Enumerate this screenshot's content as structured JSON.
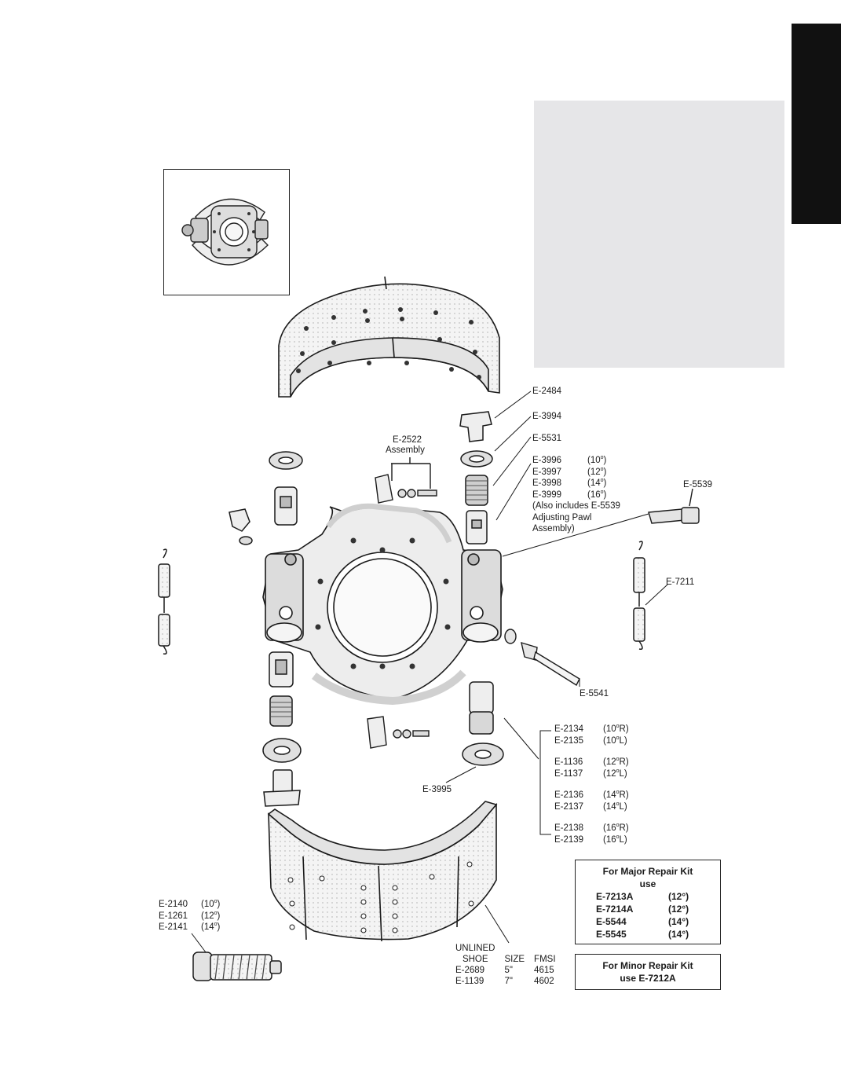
{
  "labels": {
    "e2484": "E-2484",
    "e3994": "E-3994",
    "e5531": "E-5531",
    "e2522": "E-2522",
    "e2522_sub": "Assembly",
    "e5539": "E-5539",
    "e7211": "E-7211",
    "e5541": "E-5541",
    "e3995": "E-3995"
  },
  "adjuster_group": {
    "items": [
      {
        "part": "E-3996",
        "size": "10"
      },
      {
        "part": "E-3997",
        "size": "12"
      },
      {
        "part": "E-3998",
        "size": "14"
      },
      {
        "part": "E-3999",
        "size": "16"
      }
    ],
    "note": "(Also includes E-5539\nAdjusting Pawl\nAssembly)"
  },
  "camshaft_group": {
    "items": [
      {
        "part": "E-2134",
        "size": "10",
        "side": "R"
      },
      {
        "part": "E-2135",
        "size": "10",
        "side": "L"
      },
      {
        "part": "E-1136",
        "size": "12",
        "side": "R"
      },
      {
        "part": "E-1137",
        "size": "12",
        "side": "L"
      },
      {
        "part": "E-2136",
        "size": "14",
        "side": "R"
      },
      {
        "part": "E-2137",
        "size": "14",
        "side": "L"
      },
      {
        "part": "E-2138",
        "size": "16",
        "side": "R"
      },
      {
        "part": "E-2139",
        "size": "16",
        "side": "L"
      }
    ]
  },
  "spring_group": {
    "items": [
      {
        "part": "E-2140",
        "size": "10"
      },
      {
        "part": "E-1261",
        "size": "12"
      },
      {
        "part": "E-2141",
        "size": "14"
      }
    ]
  },
  "major_kit": {
    "title_line1": "For Major Repair Kit",
    "title_line2": "use",
    "rows": [
      {
        "part": "E-7213A",
        "size": "(12°)"
      },
      {
        "part": "E-7214A",
        "size": "(12°)"
      },
      {
        "part": "E-5544",
        "size": "(14°)"
      },
      {
        "part": "E-5545",
        "size": "(14°)"
      }
    ]
  },
  "minor_kit": {
    "line1": "For Minor Repair Kit",
    "line2": "use E-7212A"
  },
  "shoe_table": {
    "headers": [
      "UNLINED\nSHOE",
      "SIZE",
      "FMSI"
    ],
    "rows": [
      [
        "E-2689",
        "5\"",
        "4615"
      ],
      [
        "E-1139",
        "7\"",
        "4602"
      ]
    ]
  },
  "degree_symbol": "o",
  "colors": {
    "ink": "#1a1a1a",
    "tab": "#111111",
    "panel": "#e6e6e8",
    "part_fill": "#f2f2f2",
    "part_shade": "#bdbdbd"
  }
}
